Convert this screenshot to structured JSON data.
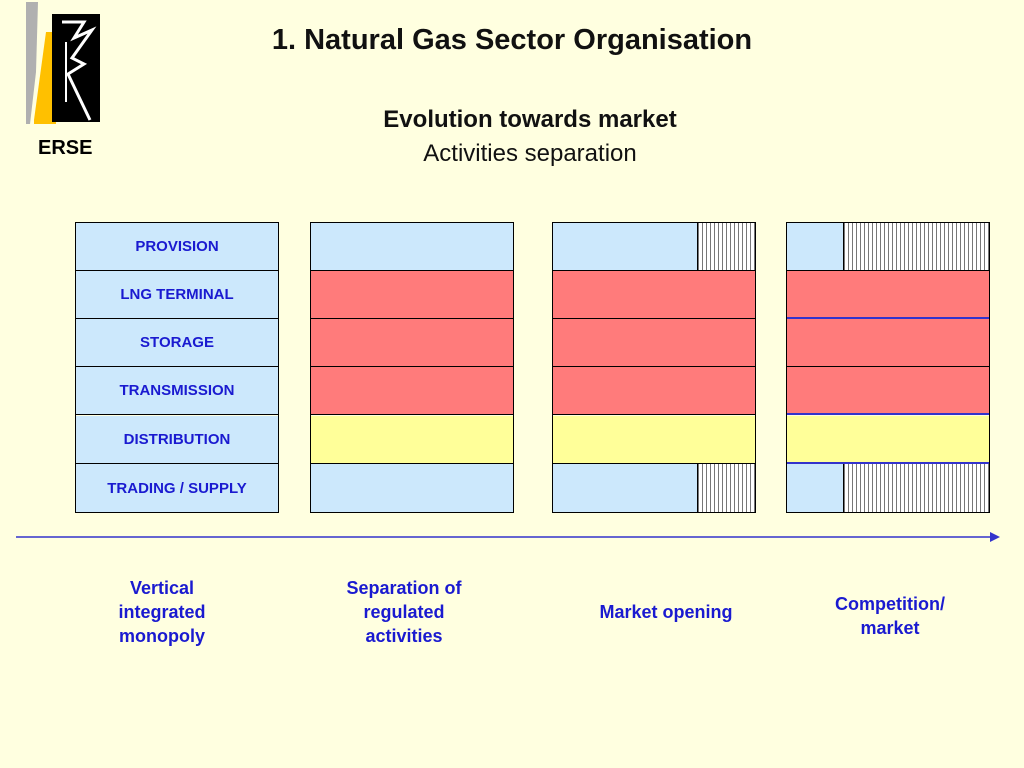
{
  "logo": {
    "text": "ERSE"
  },
  "header": {
    "title": "1. Natural Gas Sector Organisation",
    "subtitle": "Evolution towards market",
    "subtitle2": "Activities separation"
  },
  "activities": [
    "PROVISION",
    "LNG TERMINAL",
    "STORAGE",
    "TRANSMISSION",
    "DISTRIBUTION",
    "TRADING / SUPPLY"
  ],
  "stages": [
    {
      "label": "Vertical integrated monopoly",
      "lines": [
        "Vertical",
        "integrated",
        "monopoly"
      ]
    },
    {
      "label": "Separation of regulated activities",
      "lines": [
        "Separation of",
        "regulated",
        "activities"
      ]
    },
    {
      "label": "Market opening",
      "lines": [
        "Market opening"
      ]
    },
    {
      "label": "Competition/ market",
      "lines": [
        "Competition/",
        "market"
      ]
    }
  ],
  "colors": {
    "background": "#ffffe0",
    "unregulated": "#cce8fc",
    "regulated_network": "#ff7b7b",
    "distribution": "#ffff99",
    "text_accent": "#1a1ad0"
  },
  "competition_share": {
    "market_opening": 0.28,
    "competition": 0.72
  }
}
